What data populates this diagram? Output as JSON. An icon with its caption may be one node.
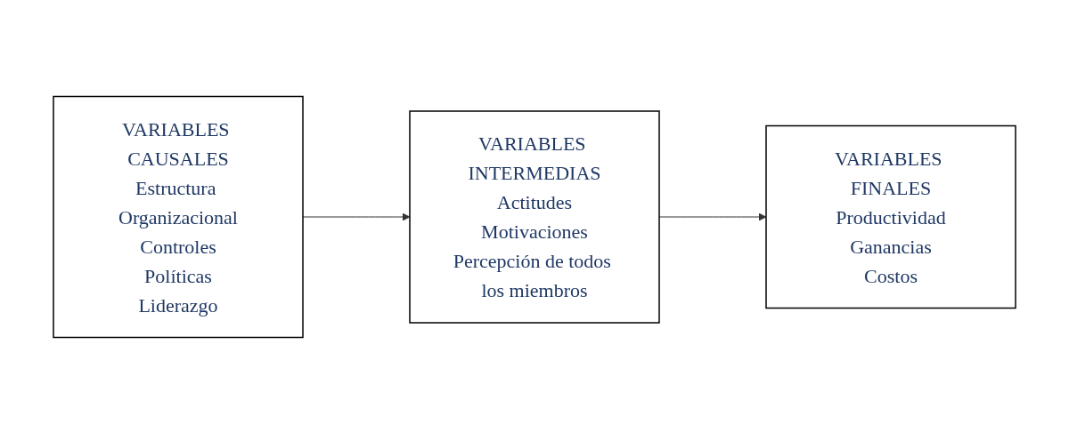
{
  "diagram": {
    "nodes": [
      {
        "text": [
          "VARIABLES CAUSALES",
          "Estructura Organizacional",
          "Controles",
          "Políticas",
          "Liderazgo"
        ]
      },
      {
        "text": [
          "VARIABLES INTERMEDIAS",
          "Actitudes",
          "Motivaciones",
          "Percepción de todos los miembros"
        ]
      },
      {
        "text": [
          "VARIABLES FINALES",
          "Productividad",
          "Ganancias",
          "Costos"
        ]
      }
    ],
    "edges": [
      {
        "from": 0,
        "to": 1,
        "arrow": "to"
      },
      {
        "from": 1,
        "to": 2,
        "arrow": "to"
      }
    ]
  }
}
